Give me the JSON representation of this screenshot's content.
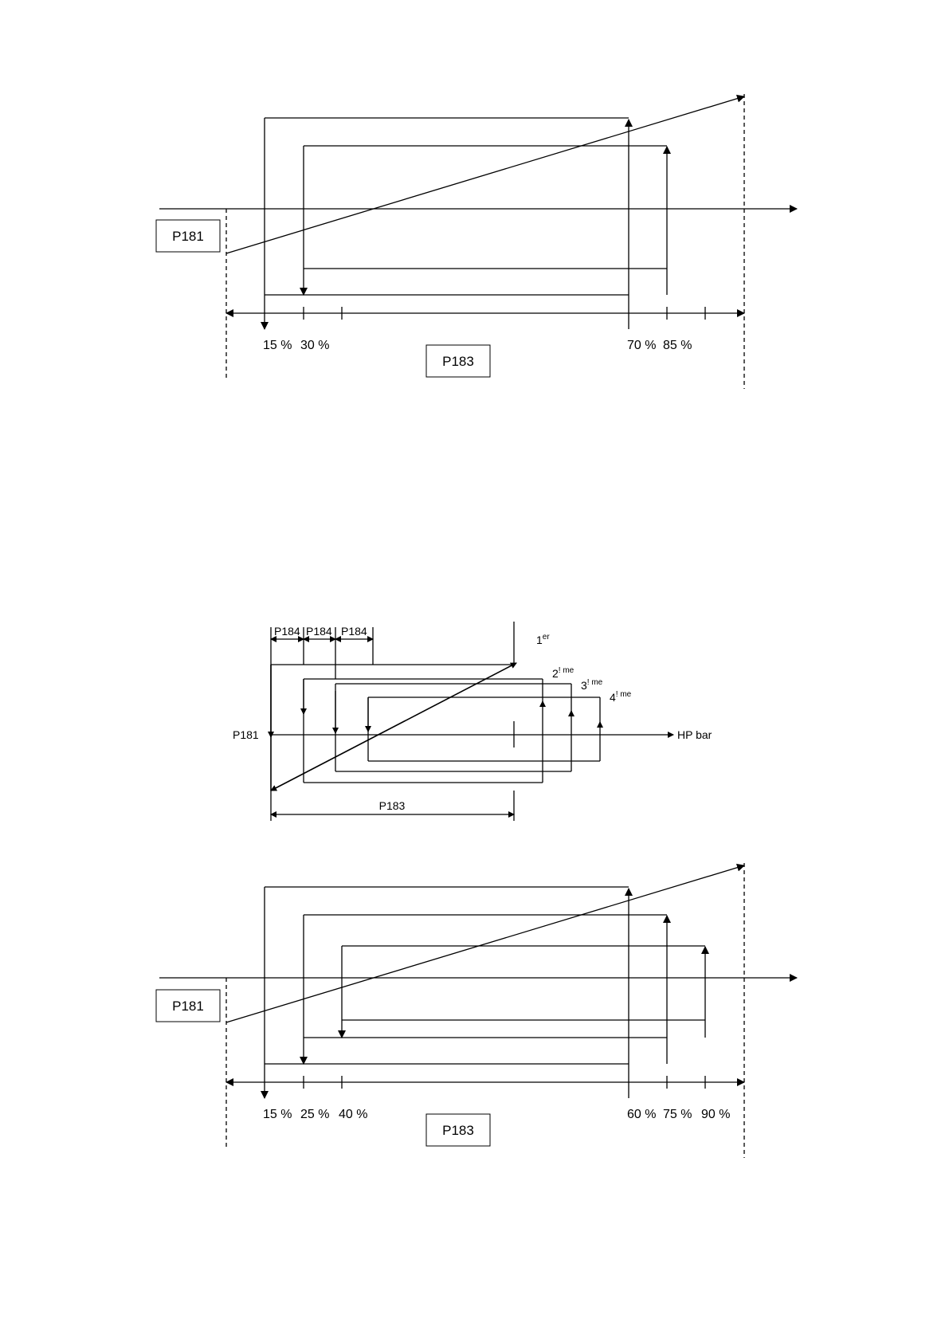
{
  "diagram1": {
    "left_box_label": "P181",
    "bottom_box_label": "P183",
    "percent_labels": [
      "15 %",
      "30 %",
      "70 %",
      "85 %"
    ]
  },
  "diagram2": {
    "p184_labels": [
      "P184",
      "P184",
      "P184"
    ],
    "p181_label": "P181",
    "p183_label": "P183",
    "axis_label": "HP bar",
    "stages": [
      {
        "num": "1",
        "suffix": "er"
      },
      {
        "num": "2",
        "suffix": "! me"
      },
      {
        "num": "3",
        "suffix": "! me"
      },
      {
        "num": "4",
        "suffix": "! me"
      }
    ]
  },
  "diagram3": {
    "left_box_label": "P181",
    "bottom_box_label": "P183",
    "percent_labels": [
      "15 %",
      "25 %",
      "40 %",
      "60 %",
      "75 %",
      "90 %"
    ]
  }
}
